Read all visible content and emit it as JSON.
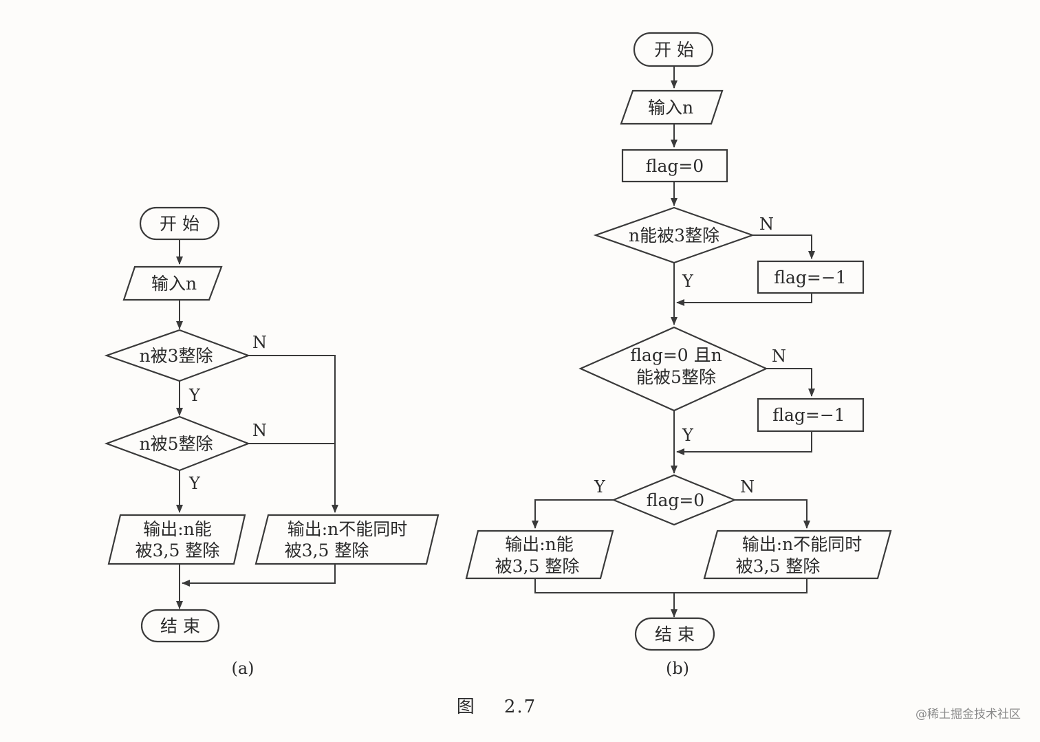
{
  "figure_caption": "图    2.7",
  "watermark": "@稀土掘金技术社区",
  "diagram_a": {
    "caption": "(a)",
    "start": "开  始",
    "input": "输入n",
    "decision_3": "n被3整除",
    "decision_5": "n被5整除",
    "output_yes": [
      "输出:n能",
      "被3,5 整除"
    ],
    "output_no": [
      "输出:n不能同时",
      "被3,5 整除"
    ],
    "end": "结  束",
    "labels": {
      "y1": "Y",
      "n1": "N",
      "y2": "Y",
      "n2": "N"
    }
  },
  "diagram_b": {
    "caption": "(b)",
    "start": "开  始",
    "input": "输入n",
    "init": "flag=0",
    "decision_3": "n能被3整除",
    "set_1": "flag=−1",
    "decision_5": [
      "flag=0 且n",
      "能被5整除"
    ],
    "set_2": "flag=−1",
    "decision_flag": "flag=0",
    "output_yes": [
      "输出:n能",
      "被3,5 整除"
    ],
    "output_no": [
      "输出:n不能同时",
      "被3,5 整除"
    ],
    "end": "结  束",
    "labels": {
      "n1": "N",
      "y1": "Y",
      "n2": "N",
      "y2": "Y",
      "y3": "Y",
      "n3": "N"
    }
  }
}
